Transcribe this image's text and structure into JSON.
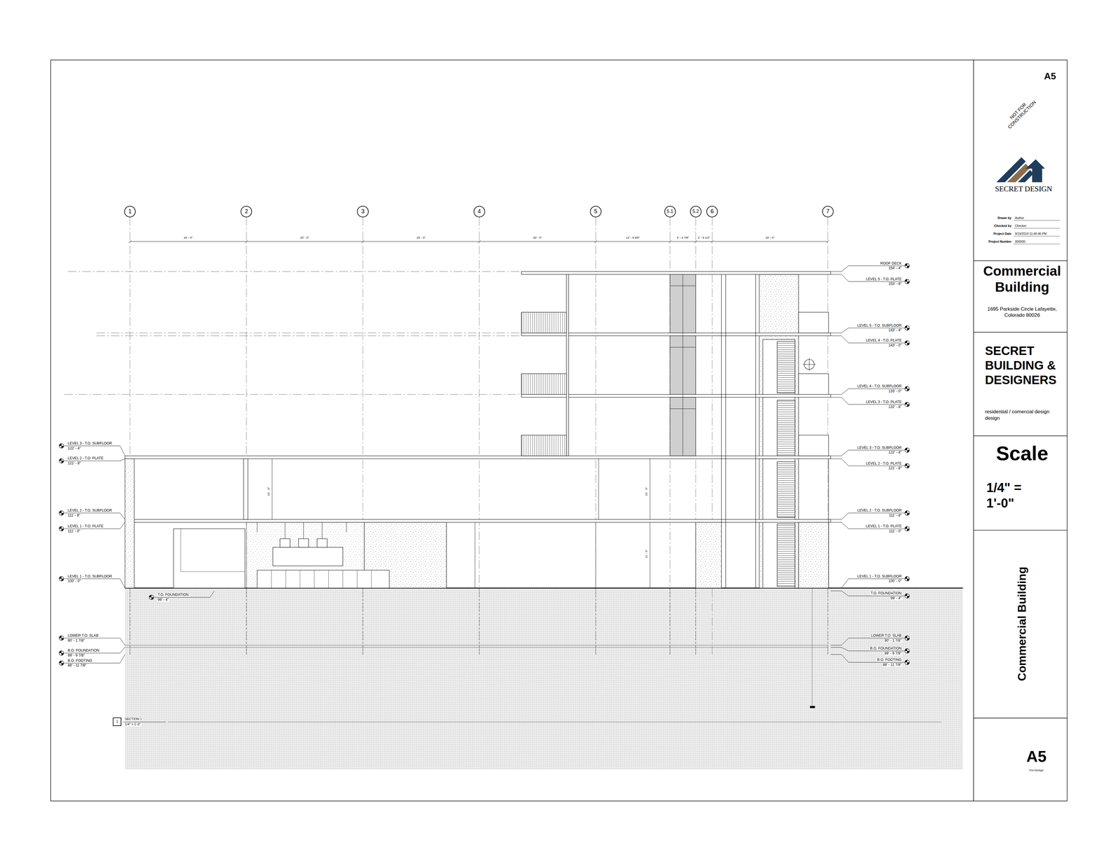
{
  "diagram": {
    "nodes": [
      {
        "text": [
          "A5",
          "NOT FOR CONSTRUCTION",
          "SECRET DESIGN",
          "Drawn by",
          "Author",
          "Checked by",
          "Checker",
          "Project Date",
          "9/19/2019 11:40:46 PM",
          "Project Number",
          "000000"
        ]
      },
      {
        "text": [
          "Commercial Building",
          "1695 Parkside Circle Lafayette, Colorado 80026"
        ]
      },
      {
        "text": [
          "SECRET BUILDING & DESIGNERS",
          "residential / comercial design design"
        ]
      },
      {
        "text": [
          "Scale",
          "1/4\" = 1'-0\""
        ]
      },
      {
        "text": [
          "Commercial Building"
        ]
      },
      {
        "text": [
          "A5",
          "Pre-Design"
        ]
      },
      {
        "text": [
          "1"
        ]
      },
      {
        "text": [
          "2"
        ]
      },
      {
        "text": [
          "3"
        ]
      },
      {
        "text": [
          "4"
        ]
      },
      {
        "text": [
          "5"
        ]
      },
      {
        "text": [
          "5.1"
        ]
      },
      {
        "text": [
          "5.2"
        ]
      },
      {
        "text": [
          "6"
        ]
      },
      {
        "text": [
          "7"
        ]
      },
      {
        "text": [
          "1"
        ]
      }
    ],
    "labels": [
      "20' - 0\"",
      "20' - 0\"",
      "20' - 0\"",
      "20' - 0\"",
      "12' - 9 5/8\"",
      "4' - 4 7/8\"",
      "2' - 9 1/2\"",
      "20' - 0\"",
      "ROOF DECK",
      "154' - 4\"",
      "LEVEL 5 - T.O. PLATE",
      "153' - 8\"",
      "LEVEL 5 - T.O. SUBFLOOR",
      "143' - 4\"",
      "LEVEL 4 - T.O. PLATE",
      "143' - 0\"",
      "LEVEL 4 - T.O. SUBFLOOR",
      "133' - 0\"",
      "LEVEL 3 - T.O. PLATE",
      "132' - 8\"",
      "LEVEL 3 - T.O. SUBFLOOR",
      "122' - 4\"",
      "LEVEL 2 - T.O. PLATE",
      "121' - 8\"",
      "LEVEL 2 - T.O. SUBFLOOR",
      "111' - 8\"",
      "LEVEL 1 - T.O. PLATE",
      "111' - 0\"",
      "LEVEL 1 - T.O. SUBFLOOR",
      "100' - 0\"",
      "T.O. FOUNDATION",
      "99' - 4\"",
      "LOWER T.O. SLAB",
      "90' - 1 7/8\"",
      "B.O. FOUNDATION",
      "89' - 9 7/8\"",
      "B.O. FOOTING",
      "88' - 11 7/8\"",
      "LEVEL 3 - T.O. SUBFLOOR",
      "122' - 4\"",
      "LEVEL 2 - T.O. PLATE",
      "121' - 8\"",
      "LEVEL 2 - T.O. SUBFLOOR",
      "111' - 8\"",
      "LEVEL 1 - T.O. PLATE",
      "111' - 0\"",
      "LEVEL 1 - T.O. SUBFLOOR",
      "100' - 0\"",
      "T.O. FOUNDATION",
      "99' - 4\"",
      "LOWER T.O. SLAB",
      "90' - 1 7/8\"",
      "B.O. FOUNDATION",
      "89' - 9 7/8\"",
      "B.O. FOOTING",
      "88' - 11 7/8\"",
      "SECTION 1",
      "1/4\" = 1'-0\"",
      "10' - 0\"",
      "10' - 0\"",
      "11' - 0\""
    ]
  }
}
